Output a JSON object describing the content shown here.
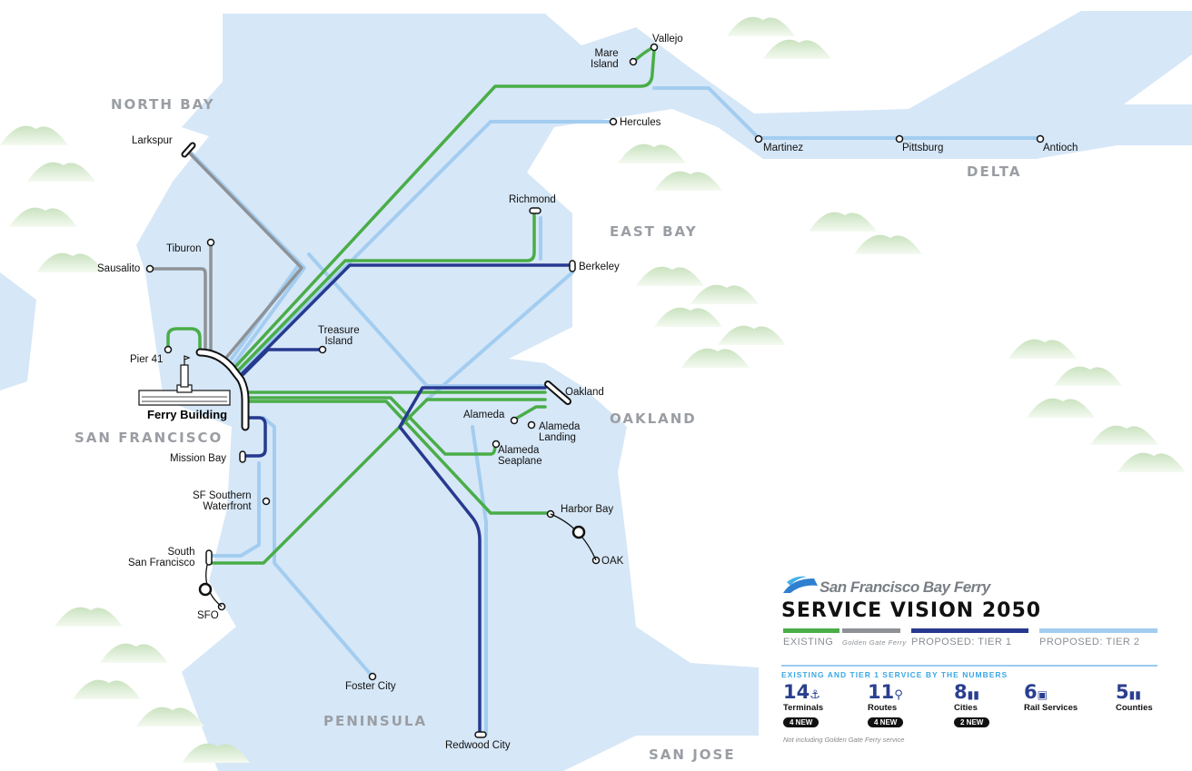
{
  "colors": {
    "water": "#d6e7f7",
    "land": "#ffffff",
    "existing": "#4aad48",
    "golden_gate": "#8e9296",
    "tier1": "#27398f",
    "tier2": "#a3cdf0",
    "hills": "#cfe5c6"
  },
  "regions": {
    "north_bay": "NORTH BAY",
    "east_bay": "EAST BAY",
    "delta": "DELTA",
    "oakland": "OAKLAND",
    "san_francisco": "SAN FRANCISCO",
    "peninsula": "PENINSULA",
    "san_jose": "SAN JOSE"
  },
  "terminals": {
    "vallejo": "Vallejo",
    "mare_island": "Mare\nIsland",
    "hercules": "Hercules",
    "martinez": "Martinez",
    "pittsburg": "Pittsburg",
    "antioch": "Antioch",
    "larkspur": "Larkspur",
    "richmond": "Richmond",
    "berkeley": "Berkeley",
    "tiburon": "Tiburon",
    "sausalito": "Sausalito",
    "treasure_island": "Treasure\nIsland",
    "pier41": "Pier 41",
    "ferry_building": "Ferry Building",
    "oakland": "Oakland",
    "alameda": "Alameda",
    "alameda_landing": "Alameda\nLanding",
    "alameda_seaplane": "Alameda\nSeaplane",
    "mission_bay": "Mission Bay",
    "sf_southern_waterfront": "SF Southern\nWaterfront",
    "harbor_bay": "Harbor Bay",
    "oak": "OAK",
    "south_sf": "South\nSan Francisco",
    "sfo": "SFO",
    "foster_city": "Foster City",
    "redwood_city": "Redwood City"
  },
  "legend": {
    "brand": "San Francisco Bay Ferry",
    "title": "SERVICE VISION 2050",
    "existing": "EXISTING",
    "golden_gate": "Golden Gate Ferry",
    "tier1": "PROPOSED: TIER 1",
    "tier2": "PROPOSED: TIER 2",
    "by_numbers": "EXISTING AND TIER 1 SERVICE BY THE NUMBERS",
    "stats": [
      {
        "value": "14",
        "label": "Terminals",
        "badge": "4 NEW",
        "icon": "anchor-icon"
      },
      {
        "value": "11",
        "label": "Routes",
        "badge": "4 NEW",
        "icon": "route-pin-icon"
      },
      {
        "value": "8",
        "label": "Cities",
        "badge": "2 NEW",
        "icon": "buildings-icon"
      },
      {
        "value": "6",
        "label": "Rail Services",
        "icon": "train-icon"
      },
      {
        "value": "5",
        "label": "Counties",
        "icon": "buildings-icon"
      }
    ],
    "note": "Not including Golden Gate Ferry service"
  }
}
